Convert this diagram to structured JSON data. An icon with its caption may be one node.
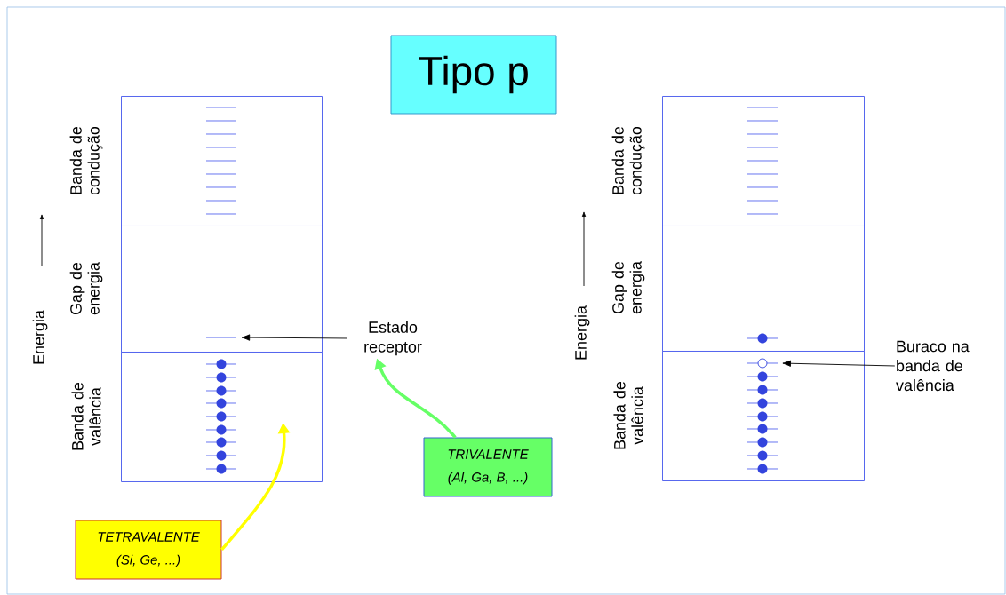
{
  "diagram": {
    "nodes": [
      {
        "text": [
          "Tipo p"
        ]
      },
      {
        "text": [],
        "shape": "box",
        "beside": [
          "Banda de condução"
        ]
      },
      {
        "text": [],
        "shape": "box",
        "beside": [
          "Gap de energia"
        ]
      },
      {
        "text": [],
        "shape": "box",
        "beside": [
          "Banda de valência"
        ]
      },
      {
        "text": [],
        "shape": "bar",
        "in": 2
      },
      {
        "text": [
          "Estado receptor"
        ]
      },
      {
        "text": [
          "TETRAVALENTE",
          "(Si, Ge, ...)"
        ]
      },
      {
        "text": [
          "TRIVALENTE",
          "(Al, Ga, B, ...)"
        ]
      },
      {
        "text": [],
        "shape": "box",
        "beside": [
          "Banda de condução"
        ]
      },
      {
        "text": [],
        "shape": "box",
        "beside": [
          "Gap de energia"
        ]
      },
      {
        "text": [],
        "shape": "box",
        "beside": [
          "Banda de valência"
        ]
      },
      {
        "text": [],
        "shape": "circle",
        "in": 10
      },
      {
        "text": [
          "Buraco na banda de valência"
        ]
      }
    ],
    "edges": [
      {
        "from": 5,
        "to": 4,
        "arrow": "to"
      },
      {
        "from": 6,
        "to": 3,
        "arrow": "to",
        "style": "thick",
        "color": "#ffff00"
      },
      {
        "from": 7,
        "to": 5,
        "arrow": "to",
        "style": "thick",
        "color": "#66ff66"
      },
      {
        "from": 12,
        "to": 11,
        "arrow": "to"
      }
    ],
    "labels": [
      "Energia",
      "Energia"
    ]
  }
}
